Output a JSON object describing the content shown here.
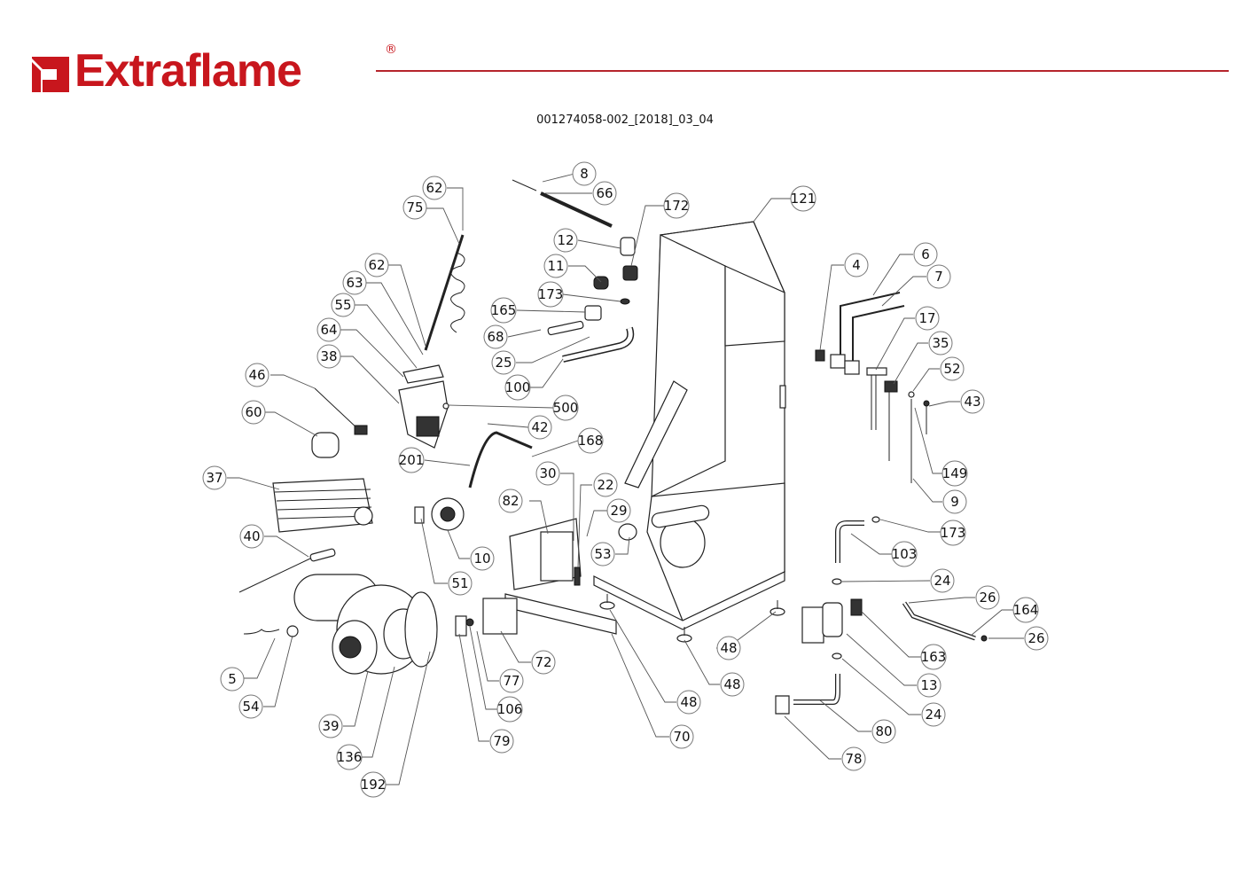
{
  "brand": {
    "name": "Extraflame",
    "registered_mark": "®",
    "color": "#c8161d",
    "rule_color": "#b5242c"
  },
  "document": {
    "code": "001274058-002_[2018]_03_04"
  },
  "diagram": {
    "type": "exploded-parts-view",
    "callouts": [
      {
        "id": "c8",
        "label": "8"
      },
      {
        "id": "c66",
        "label": "66"
      },
      {
        "id": "c62a",
        "label": "62"
      },
      {
        "id": "c75",
        "label": "75"
      },
      {
        "id": "c172",
        "label": "172"
      },
      {
        "id": "c121",
        "label": "121"
      },
      {
        "id": "c12",
        "label": "12"
      },
      {
        "id": "c11",
        "label": "11"
      },
      {
        "id": "c173a",
        "label": "173"
      },
      {
        "id": "c165",
        "label": "165"
      },
      {
        "id": "c68",
        "label": "68"
      },
      {
        "id": "c25",
        "label": "25"
      },
      {
        "id": "c100",
        "label": "100"
      },
      {
        "id": "c500",
        "label": "500"
      },
      {
        "id": "c62b",
        "label": "62"
      },
      {
        "id": "c63",
        "label": "63"
      },
      {
        "id": "c55",
        "label": "55"
      },
      {
        "id": "c64",
        "label": "64"
      },
      {
        "id": "c38",
        "label": "38"
      },
      {
        "id": "c46",
        "label": "46"
      },
      {
        "id": "c60",
        "label": "60"
      },
      {
        "id": "c42",
        "label": "42"
      },
      {
        "id": "c168",
        "label": "168"
      },
      {
        "id": "c201",
        "label": "201"
      },
      {
        "id": "c37",
        "label": "37"
      },
      {
        "id": "c30",
        "label": "30"
      },
      {
        "id": "c22",
        "label": "22"
      },
      {
        "id": "c82",
        "label": "82"
      },
      {
        "id": "c29",
        "label": "29"
      },
      {
        "id": "c53",
        "label": "53"
      },
      {
        "id": "c10",
        "label": "10"
      },
      {
        "id": "c51",
        "label": "51"
      },
      {
        "id": "c40",
        "label": "40"
      },
      {
        "id": "c5",
        "label": "5"
      },
      {
        "id": "c54",
        "label": "54"
      },
      {
        "id": "c39",
        "label": "39"
      },
      {
        "id": "c136",
        "label": "136"
      },
      {
        "id": "c192",
        "label": "192"
      },
      {
        "id": "c72",
        "label": "72"
      },
      {
        "id": "c77",
        "label": "77"
      },
      {
        "id": "c106",
        "label": "106"
      },
      {
        "id": "c79",
        "label": "79"
      },
      {
        "id": "c48a",
        "label": "48"
      },
      {
        "id": "c48b",
        "label": "48"
      },
      {
        "id": "c48c",
        "label": "48"
      },
      {
        "id": "c70",
        "label": "70"
      },
      {
        "id": "c4",
        "label": "4"
      },
      {
        "id": "c6",
        "label": "6"
      },
      {
        "id": "c7",
        "label": "7"
      },
      {
        "id": "c17",
        "label": "17"
      },
      {
        "id": "c35",
        "label": "35"
      },
      {
        "id": "c52",
        "label": "52"
      },
      {
        "id": "c43",
        "label": "43"
      },
      {
        "id": "c149",
        "label": "149"
      },
      {
        "id": "c9",
        "label": "9"
      },
      {
        "id": "c173b",
        "label": "173"
      },
      {
        "id": "c103",
        "label": "103"
      },
      {
        "id": "c24a",
        "label": "24"
      },
      {
        "id": "c26a",
        "label": "26"
      },
      {
        "id": "c164",
        "label": "164"
      },
      {
        "id": "c26b",
        "label": "26"
      },
      {
        "id": "c163",
        "label": "163"
      },
      {
        "id": "c13",
        "label": "13"
      },
      {
        "id": "c24b",
        "label": "24"
      },
      {
        "id": "c80",
        "label": "80"
      },
      {
        "id": "c78",
        "label": "78"
      }
    ]
  }
}
